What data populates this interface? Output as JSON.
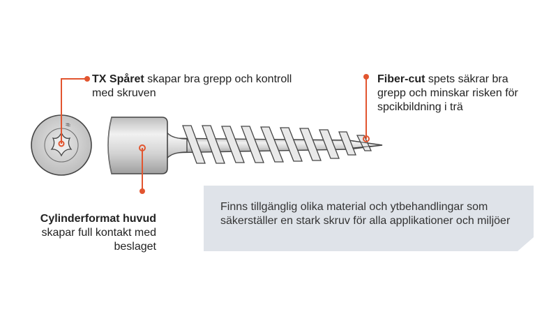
{
  "callouts": {
    "tx": {
      "title": "TX Spåret",
      "text": " skapar bra grepp och kontroll med skruven"
    },
    "fiber": {
      "title": "Fiber-cut",
      "text": " spets säkrar bra grepp och minskar risken för spcikbildning i trä"
    },
    "head": {
      "title": "Cylinderformat huvud",
      "text": "skapar full kontakt med beslaget"
    }
  },
  "info_box": {
    "text": "Finns tillgänglig  olika material och ytbehandlingar som säkerställer en stark skruv för alla applikationer och miljöer"
  },
  "colors": {
    "accent": "#e2552f",
    "info_box_bg": "#dfe3e9",
    "metal": "#cfcfcf",
    "outline": "#444444"
  }
}
